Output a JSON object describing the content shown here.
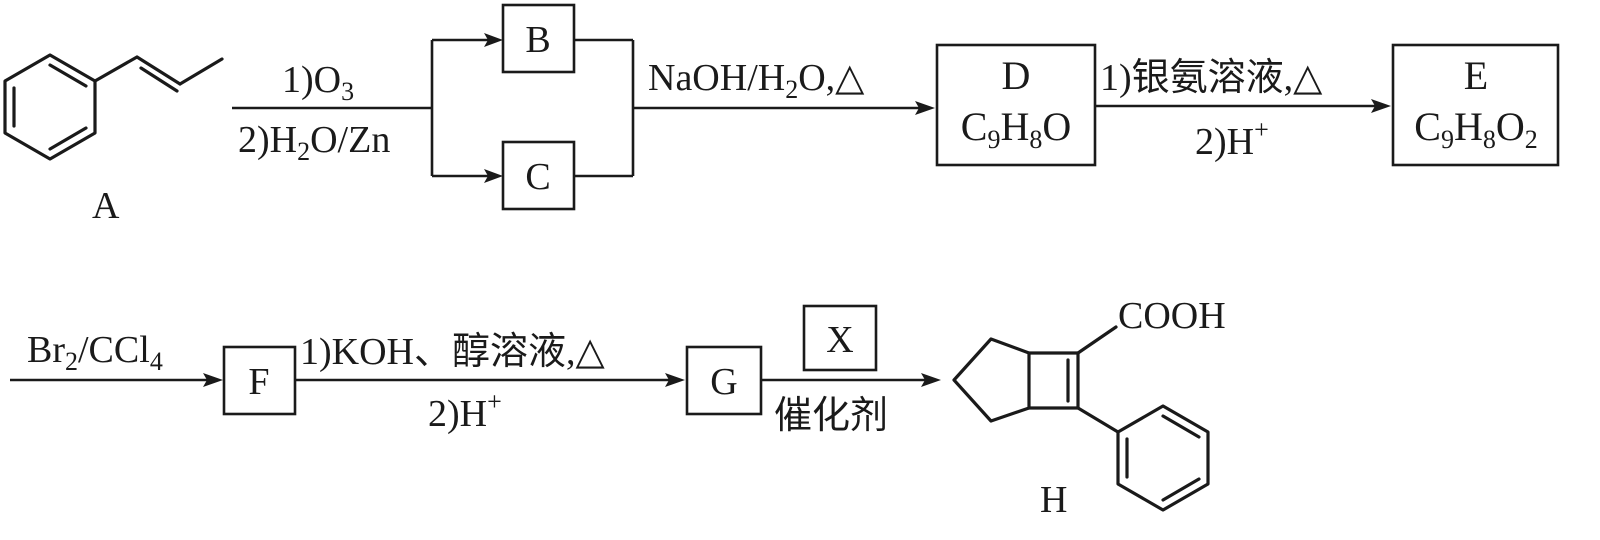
{
  "compounds": {
    "A": {
      "label": "A"
    },
    "B": {
      "label": "B"
    },
    "C": {
      "label": "C"
    },
    "D": {
      "label": "D",
      "formula": [
        "C",
        "9",
        "H",
        "8",
        "O"
      ]
    },
    "E": {
      "label": "E",
      "formula": [
        "C",
        "9",
        "H",
        "8",
        "O",
        "2"
      ]
    },
    "F": {
      "label": "F"
    },
    "G": {
      "label": "G"
    },
    "X": {
      "label": "X"
    },
    "H": {
      "label": "H",
      "substituent": "COOH"
    }
  },
  "conditions": {
    "step1": {
      "line1": [
        "1)O",
        "3"
      ],
      "line2": [
        "2)H",
        "2",
        "O/Zn"
      ]
    },
    "step2": {
      "line1": [
        "NaOH/H",
        "2",
        "O,△"
      ]
    },
    "step3": {
      "line1": "1)银氨溶液,△",
      "line2": [
        "2)H",
        "+"
      ]
    },
    "step4": {
      "line1": [
        "Br",
        "2",
        "/CCl",
        "4"
      ]
    },
    "step5": {
      "line1": "1)KOH、醇溶液,△",
      "line2": [
        "2)H",
        "+"
      ]
    },
    "step6": {
      "line2": "催化剂"
    }
  }
}
